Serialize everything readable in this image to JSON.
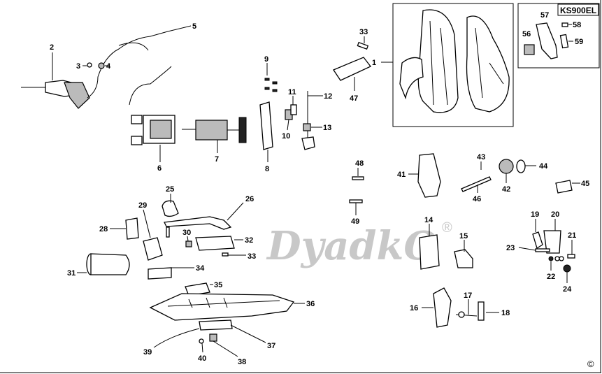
{
  "model_label": "KS900EL",
  "watermark": {
    "text": "DyadkO",
    "mark": "®"
  },
  "copyright": "©",
  "callouts": {
    "c1": "1",
    "c2": "2",
    "c3": "3",
    "c4": "4",
    "c5": "5",
    "c6": "6",
    "c7": "7",
    "c8": "8",
    "c9": "9",
    "c10": "10",
    "c11": "11",
    "c12": "12",
    "c13": "13",
    "c14": "14",
    "c15": "15",
    "c16": "16",
    "c17": "17",
    "c18": "18",
    "c19": "19",
    "c20": "20",
    "c21": "21",
    "c22": "22",
    "c23": "23",
    "c24": "24",
    "c25": "25",
    "c26": "26",
    "c28": "28",
    "c29": "29",
    "c30": "30",
    "c31": "31",
    "c32": "32",
    "c33a": "33",
    "c33b": "33",
    "c34": "34",
    "c35": "35",
    "c36": "36",
    "c37": "37",
    "c38": "38",
    "c39": "39",
    "c40": "40",
    "c41": "41",
    "c42": "42",
    "c43": "43",
    "c44": "44",
    "c45": "45",
    "c46": "46",
    "c47": "47",
    "c48": "48",
    "c49": "49",
    "c56": "56",
    "c57": "57",
    "c58": "58",
    "c59": "59"
  }
}
